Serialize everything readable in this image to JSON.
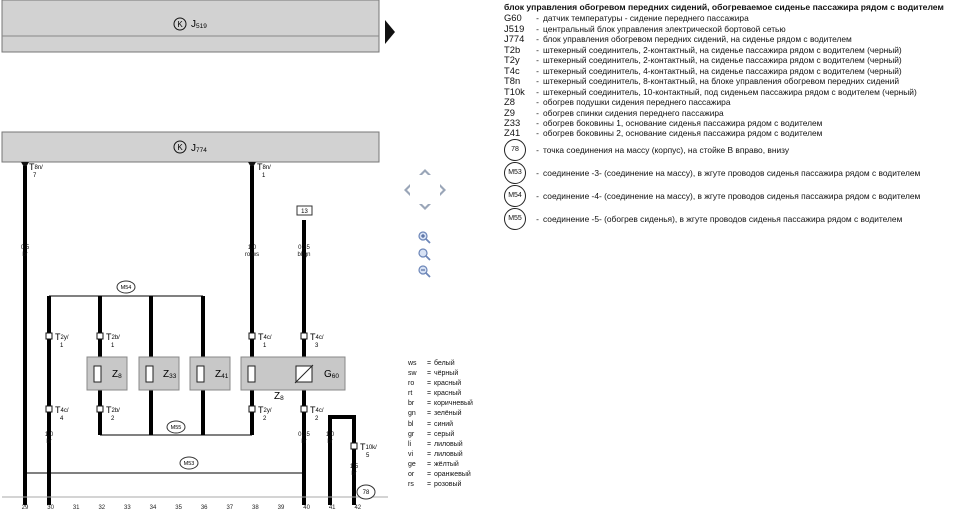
{
  "header_bar_j519": {
    "glyph": "K",
    "code": "J",
    "sub": "519"
  },
  "header_bar_j774": {
    "glyph": "K",
    "code": "J",
    "sub": "774"
  },
  "connectors": {
    "t8n_left": {
      "main": "T",
      "sub": "8n/",
      "pin": "7"
    },
    "t8n_right": {
      "main": "T",
      "sub": "8n/",
      "pin": "1"
    },
    "t2y_top": {
      "main": "T",
      "sub": "2y/",
      "pin": "1"
    },
    "t2b_top": {
      "main": "T",
      "sub": "2b/",
      "pin": "1"
    },
    "t4c_top1": {
      "main": "T",
      "sub": "4c/",
      "pin": "1"
    },
    "t4c_top3": {
      "main": "T",
      "sub": "4c/",
      "pin": "3"
    },
    "t4c_bot4": {
      "main": "T",
      "sub": "4c/",
      "pin": "4"
    },
    "t2b_bot": {
      "main": "T",
      "sub": "2b/",
      "pin": "2"
    },
    "t2y_bot": {
      "main": "T",
      "sub": "2y/",
      "pin": "2"
    },
    "t4c_bot2": {
      "main": "T",
      "sub": "4c/",
      "pin": "2"
    },
    "t10k": {
      "main": "T",
      "sub": "10k/",
      "pin": "5"
    }
  },
  "wires": {
    "w1": {
      "gauge": "0,5",
      "color": "br"
    },
    "w2": {
      "gauge": "1,0",
      "color": "ro/ws"
    },
    "w3": {
      "gauge": "0,35",
      "color": "bl/gn"
    },
    "w4": {
      "gauge": "1,0",
      "color": "br"
    },
    "w5": {
      "gauge": "0,35",
      "color": "br"
    },
    "w6": {
      "gauge": "1,0",
      "color": "br"
    },
    "w7": {
      "gauge": "1,5",
      "color": "br"
    }
  },
  "box_13": "13",
  "bus_labels": {
    "m54": "M54",
    "m55": "M55",
    "m53": "M53"
  },
  "components": {
    "z8a": {
      "main": "Z",
      "sub": "8"
    },
    "z33": {
      "main": "Z",
      "sub": "33"
    },
    "z41": {
      "main": "Z",
      "sub": "41"
    },
    "g60": {
      "main": "G",
      "sub": "60"
    },
    "z8b": {
      "main": "Z",
      "sub": "8"
    }
  },
  "ground_78": "78",
  "columns": [
    "29",
    "30",
    "31",
    "32",
    "33",
    "34",
    "35",
    "36",
    "37",
    "38",
    "39",
    "40",
    "41",
    "42"
  ],
  "legend": {
    "title": "блок управления обогревом передних сидений, обогреваемое сиденье пассажира рядом с водителем",
    "items": [
      {
        "code": "G60",
        "dash": "-",
        "text": "датчик температуры - сидение переднего пассажира"
      },
      {
        "code": "J519",
        "dash": "-",
        "text": "центральный блок управления электрической бортовой сетью"
      },
      {
        "code": "J774",
        "dash": "-",
        "text": "блок управления обогревом передних сидений, на сиденье рядом с водителем"
      },
      {
        "code": "T2b",
        "dash": "-",
        "text": "штекерный соединитель, 2-контактный, на сиденье пассажира рядом с водителем (черный)"
      },
      {
        "code": "T2y",
        "dash": "-",
        "text": "штекерный соединитель, 2-контактный, на сиденье пассажира рядом с водителем (черный)"
      },
      {
        "code": "T4c",
        "dash": "-",
        "text": "штекерный соединитель, 4-контактный, на сиденье пассажира рядом с водителем (черный)"
      },
      {
        "code": "T8n",
        "dash": "-",
        "text": "штекерный соединитель, 8-контактный, на блоке управления обогревом передних сидений"
      },
      {
        "code": "T10k",
        "dash": "-",
        "text": "штекерный соединитель, 10-контактный, под сиденьем пассажира рядом с водителем (черный)"
      },
      {
        "code": "Z8",
        "dash": "-",
        "text": "обогрев подушки сидения переднего пассажира"
      },
      {
        "code": "Z9",
        "dash": "-",
        "text": "обогрев спинки сидения переднего пассажира"
      },
      {
        "code": "Z33",
        "dash": "-",
        "text": "обогрев боковины 1, основание сиденья пассажира рядом с водителем"
      },
      {
        "code": "Z41",
        "dash": "-",
        "text": "обогрев боковины 2, основание сиденья пассажира рядом с водителем"
      }
    ],
    "circle_items": [
      {
        "code": "78",
        "dash": "-",
        "text": "точка соединения на массу (корпус), на стойке В вправо, внизу"
      },
      {
        "code": "M53",
        "dash": "-",
        "text": "соединение -3- (соединение на массу), в жгуте проводов сиденья пассажира рядом с водителем"
      },
      {
        "code": "M54",
        "dash": "-",
        "text": "соединение -4- (соединение на массу), в жгуте проводов сиденья пассажира рядом с водителем"
      },
      {
        "code": "M55",
        "dash": "-",
        "text": "соединение -5- (обогрев сиденья), в жгуте проводов сиденья пассажира рядом с водителем"
      }
    ]
  },
  "wire_colors": [
    {
      "abbr": "ws",
      "eq": "=",
      "name": "белый"
    },
    {
      "abbr": "sw",
      "eq": "=",
      "name": "чёрный"
    },
    {
      "abbr": "ro",
      "eq": "=",
      "name": "красный"
    },
    {
      "abbr": "rt",
      "eq": "=",
      "name": "красный"
    },
    {
      "abbr": "br",
      "eq": "=",
      "name": "коричневый"
    },
    {
      "abbr": "gn",
      "eq": "=",
      "name": "зелёный"
    },
    {
      "abbr": "bl",
      "eq": "=",
      "name": "синий"
    },
    {
      "abbr": "gr",
      "eq": "=",
      "name": "серый"
    },
    {
      "abbr": "li",
      "eq": "=",
      "name": "лиловый"
    },
    {
      "abbr": "vi",
      "eq": "=",
      "name": "лиловый"
    },
    {
      "abbr": "ge",
      "eq": "=",
      "name": "жёлтый"
    },
    {
      "abbr": "or",
      "eq": "=",
      "name": "оранжевый"
    },
    {
      "abbr": "rs",
      "eq": "=",
      "name": "розовый"
    }
  ],
  "colors": {
    "bar_fill": "#d2d2d2",
    "component_fill": "#c8c8c8",
    "wire": "#000000",
    "nav_icon": "#9aa6b8",
    "zoom_icon": "#6c86b8"
  }
}
